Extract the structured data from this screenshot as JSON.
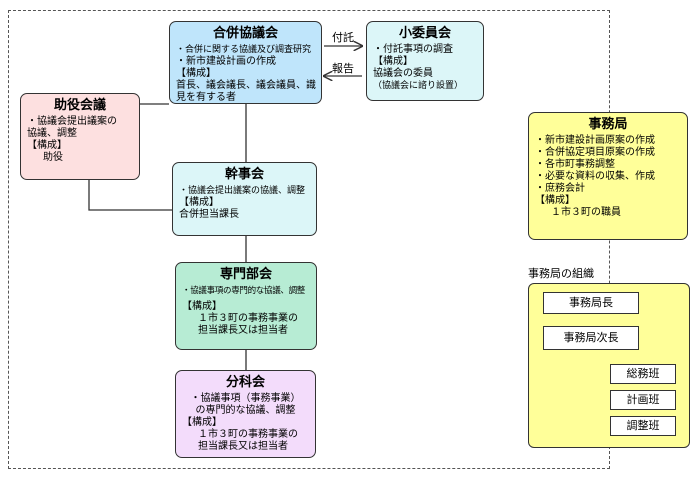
{
  "gappei": {
    "title": "合併協議会",
    "lines": [
      "・合併に関する協議及び調査研究",
      "・新市建設計画の作成"
    ],
    "kousei_label": "【構成】",
    "members": [
      "首長、議会議長、議会議員、識",
      "見を有する者"
    ]
  },
  "edges": {
    "futaku": "付託",
    "houkoku": "報告"
  },
  "shouiinkai": {
    "title": "小委員会",
    "lines": [
      "・付託事項の調査"
    ],
    "kousei_label": "【構成】",
    "members": [
      "協議会の委員",
      "（協議会に諮り設置）"
    ]
  },
  "joyaku": {
    "title": "助役会議",
    "lines": [
      "・協議会提出議案の",
      "協議、調整"
    ],
    "kousei_label": "【構成】",
    "members": [
      "助役"
    ]
  },
  "kanji": {
    "title": "幹事会",
    "lines": [
      "・協議会提出議案の協議、調整"
    ],
    "kousei_label": "【構成】",
    "members": [
      "合併担当課長"
    ]
  },
  "senmon": {
    "title": "専門部会",
    "lines": [
      "・協議事項の専門的な協議、調整"
    ],
    "kousei_label": "【構成】",
    "members": [
      "１市３町の事務事業の",
      "担当課長又は担当者"
    ]
  },
  "bunka": {
    "title": "分科会",
    "lines": [
      "・協議事項（事務事業）",
      "の専門的な協議、調整"
    ],
    "kousei_label": "【構成】",
    "members": [
      "１市３町の事務事業の",
      "担当課長又は担当者"
    ]
  },
  "jimukyoku": {
    "title": "事務局",
    "lines": [
      "・新市建設計画原案の作成",
      "・合併協定項目原案の作成",
      "・各市町事務調整",
      "・必要な資料の収集、作成",
      "・庶務会計"
    ],
    "kousei_label": "【構成】",
    "members": [
      "１市３町の職員"
    ]
  },
  "org": {
    "heading": "事務局の組織",
    "chief": "事務局長",
    "deputy": "事務局次長",
    "teams": [
      "総務班",
      "計画班",
      "調整班"
    ]
  }
}
